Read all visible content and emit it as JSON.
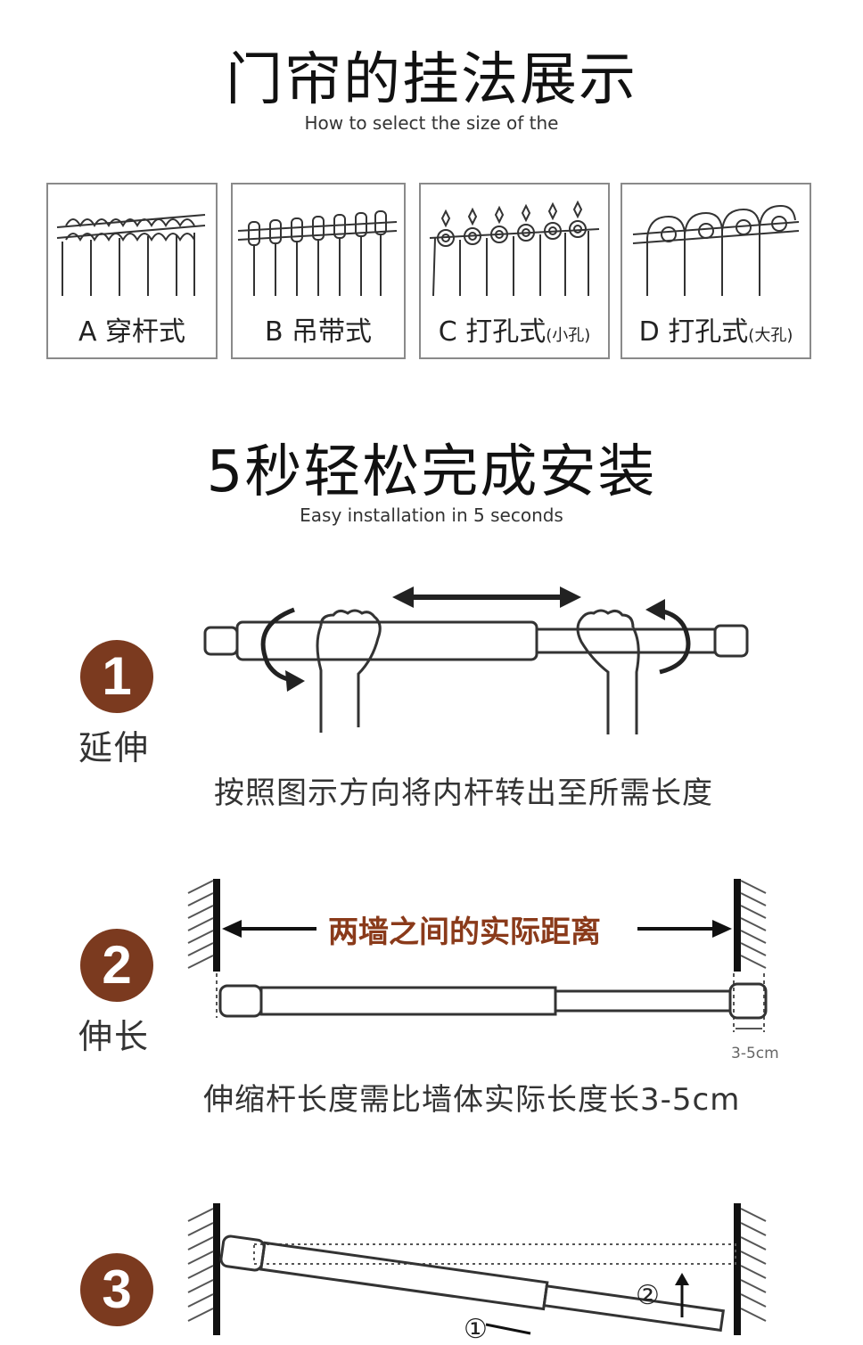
{
  "section1": {
    "title_cn": "门帘的挂法展示",
    "title_en": "How to select the size of the",
    "styles": [
      {
        "label": "A 穿杆式",
        "note": ""
      },
      {
        "label": "B 吊带式",
        "note": ""
      },
      {
        "label": "C 打孔式",
        "note": "(小孔)"
      },
      {
        "label": "D 打孔式",
        "note": "(大孔)"
      }
    ]
  },
  "section2": {
    "title_cn": "5秒轻松完成安装",
    "title_en": "Easy installation in 5 seconds",
    "steps": [
      {
        "number": "1",
        "name": "延伸",
        "desc": "按照图示方向将内杆转出至所需长度"
      },
      {
        "number": "2",
        "name": "伸长",
        "desc": "伸缩杆长度需比墙体实际长度长3-5cm",
        "dimension_label": "两墙之间的实际距离",
        "small_dimension": "3-5cm"
      },
      {
        "number": "3",
        "name": "",
        "desc": "",
        "markers": [
          "①",
          "②"
        ]
      }
    ]
  },
  "colors": {
    "accent": "#7b3a1f",
    "dimension_text": "#8a3a1a"
  }
}
